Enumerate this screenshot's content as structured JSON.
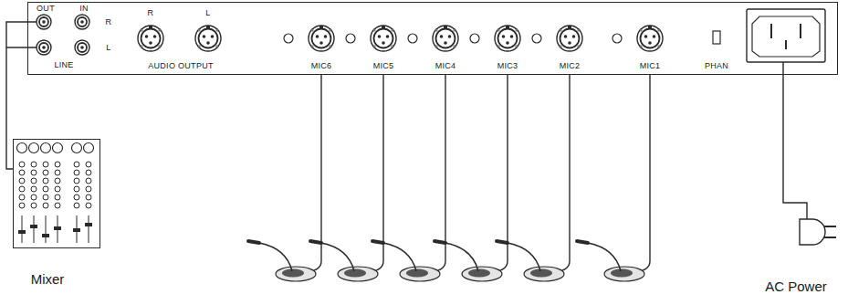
{
  "diagram": {
    "nodes": [
      {
        "text": [
          "OUT",
          "IN",
          "R",
          "L",
          "LINE",
          "R",
          "L",
          "AUDIO OUTPUT",
          "MIC6",
          "MIC5",
          "MIC4",
          "MIC3",
          "MIC2",
          "MIC1",
          "PHAN"
        ]
      },
      {
        "text": [
          "Mixer"
        ]
      }
    ],
    "edges": [
      {
        "from": 1,
        "to": 0,
        "arrow": "none"
      }
    ],
    "labels": [
      "AC Power"
    ]
  }
}
